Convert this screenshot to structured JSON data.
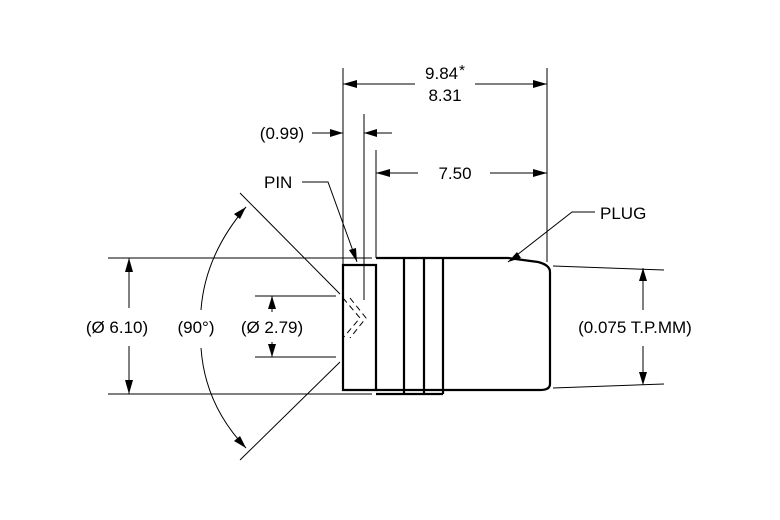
{
  "labels": {
    "overall_length": "9.84",
    "overall_length_mark": "*",
    "body_length": "8.31",
    "pin_offset": "(0.99)",
    "plug_length": "7.50",
    "pin": "PIN",
    "plug": "PLUG",
    "outer_diameter": "(Ø 6.10)",
    "angle": "(90°)",
    "pin_diameter": "(Ø 2.79)",
    "tp_note": "(0.075 T.P.MM)"
  }
}
